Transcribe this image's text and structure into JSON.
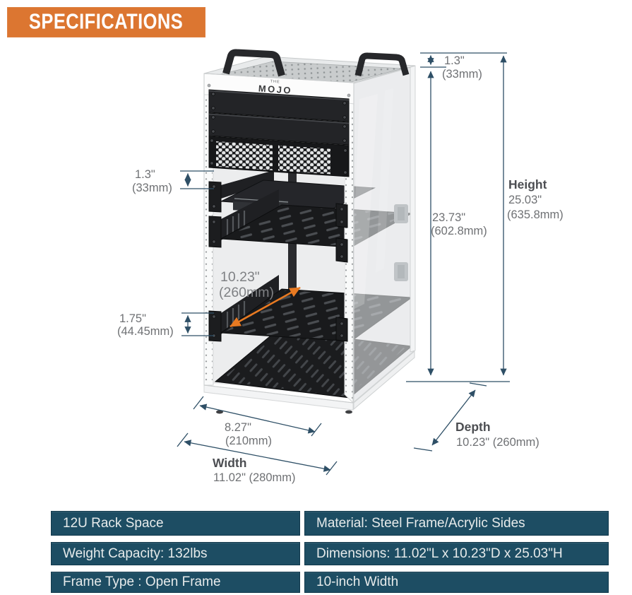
{
  "header": {
    "title": "SPECIFICATIONS",
    "banner_color": "#dc7631"
  },
  "diagram": {
    "logo": {
      "the": "THE",
      "brand": "MOJO"
    },
    "colors": {
      "dimension_line": "#2e4f66",
      "label_text": "#6f7174",
      "accent_arrow": "#e87a22",
      "frame_white": "#f9fafa",
      "panel_black": "#232427"
    },
    "dims": {
      "top_offset": {
        "in": "1.3\"",
        "mm": "(33mm)"
      },
      "rail_height": {
        "in": "23.73\"",
        "mm": "(602.8mm)"
      },
      "height": {
        "label": "Height",
        "in": "25.03\"",
        "mm": "(635.8mm)"
      },
      "left_unit": {
        "in": "1.3\"",
        "mm": "(33mm)"
      },
      "panel_pitch": {
        "in": "1.75\"",
        "mm": "(44.45mm)"
      },
      "shelf_depth": {
        "in": "10.23\"",
        "mm": "(260mm)"
      },
      "inner_width": {
        "in": "8.27\"",
        "mm": "(210mm)"
      },
      "width": {
        "label": "Width",
        "value": "11.02\" (280mm)"
      },
      "depth": {
        "label": "Depth",
        "value": "10.23\" (260mm)"
      }
    }
  },
  "spec_table": {
    "cell_bg": "#1d4d63",
    "text_color": "#e7ebeb",
    "rows": [
      {
        "left": "12U Rack Space",
        "right": "Material: Steel Frame/Acrylic Sides"
      },
      {
        "left": "Weight Capacity: 132lbs",
        "right": "Dimensions: 11.02\"L x 10.23\"D x 25.03\"H"
      },
      {
        "left": "Frame Type : Open Frame",
        "right": "10-inch Width"
      }
    ]
  }
}
